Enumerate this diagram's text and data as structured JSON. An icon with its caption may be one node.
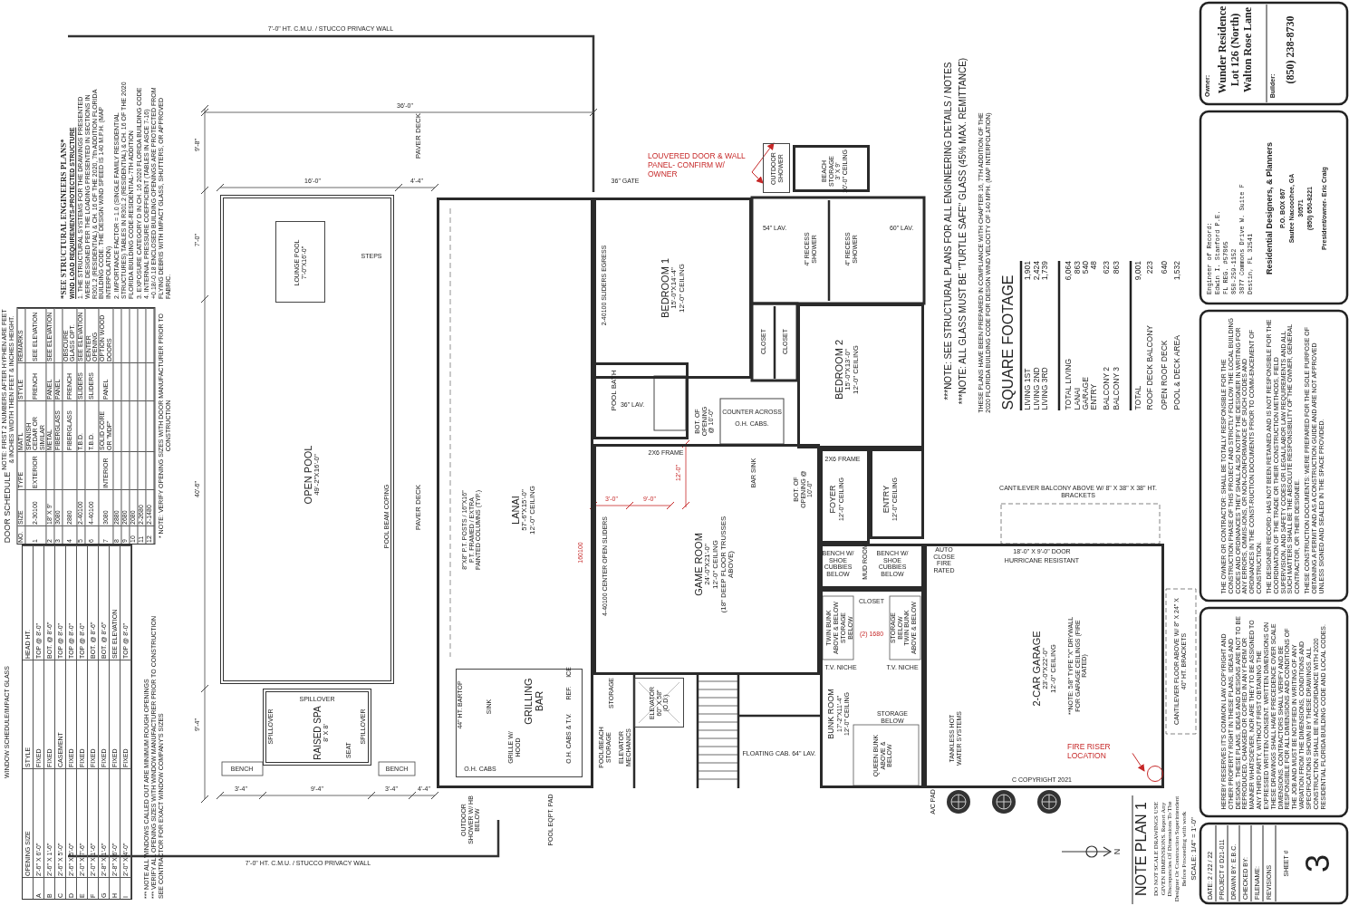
{
  "diagram": {
    "nodes": [
      {
        "text": [
          "LOUVERED DOOR & WALL PANEL- CONFIRM W/ OWNER"
        ]
      },
      {
        "text": [
          "OUTDOOR SHOWER"
        ]
      },
      {
        "text": [
          "BEDROOM 1",
          "15'-0\"X14'-4\"",
          "12'-0\" CEILING"
        ]
      },
      {
        "text": [
          "BEDROOM 2",
          "15'-0\"X13'-0\"",
          "12'-0\" CEILING"
        ]
      },
      {
        "text": [
          "POOL BATH"
        ]
      },
      {
        "text": [
          "LANAI",
          "57'-6\"X15'-0\"",
          "12'-0\" CEILING"
        ]
      },
      {
        "text": [
          "GAME ROOM",
          "24'-0\"X21'-0\"",
          "12'-0\" CEILING",
          "(18\" DEEP FLOOR TRUSSES ABOVE)"
        ]
      },
      {
        "text": [
          "GRILLING BAR"
        ],
        "in": 5
      },
      {
        "text": [
          "FOYER",
          "12'-0\" CEILING"
        ]
      },
      {
        "text": [
          "ENTRY",
          "12'-0\" CEILING"
        ]
      },
      {
        "text": [
          "MUD ROOM"
        ]
      },
      {
        "text": [
          "BUNK ROOM",
          "17'-2\"X11'-4\"",
          "12'-0\" CEILING"
        ]
      },
      {
        "text": [
          "2-CAR GARAGE",
          "23'-0\"X22'-0\"",
          "12'-0\" CEILING"
        ]
      },
      {
        "text": [
          "OPEN POOL",
          "49'-2\"X16'-0\""
        ]
      },
      {
        "text": [
          "LOUNGE POOL",
          "7'-0\"X16'-0\""
        ],
        "in": 13
      },
      {
        "text": [
          "RAISED SPA",
          "8' X 8'"
        ]
      },
      {
        "text": [
          "BEACH STORAGE",
          "3' X 9'",
          "10'-0\" CEILING"
        ]
      },
      {
        "text": [
          "FIRE RISER LOCATION"
        ],
        "in": 12
      },
      {
        "text": [],
        "shape": "circle",
        "in": 12
      },
      {
        "text": [
          "ELEVATOR",
          "60\" X 58\" (O.D.)"
        ]
      }
    ],
    "edges": [
      {
        "from": 0,
        "to": 1,
        "arrow": "to"
      },
      {
        "from": 0,
        "to": 1,
        "arrow": "to"
      },
      {
        "from": 17,
        "to": 18,
        "arrow": "to"
      }
    ],
    "labels": [
      "7'-0\" HT. C.M.U. / STUCCO PRIVACY WALL",
      "36'-0\"",
      "9'-8\"",
      "16'-0\"",
      "4'-4\"",
      "PAVER DECK",
      "STEPS",
      "7'-0\"",
      "40'-6\"",
      "POOL BEAM COPING",
      "PAVER DECK",
      "9'-4\"",
      "SPILLOVER",
      "SPILLOVER",
      "SPILLOVER",
      "SEAT",
      "BENCH",
      "BENCH",
      "3'-4\"",
      "9'-4\"",
      "3'-4\"",
      "4'-4\"",
      "7'-0\" HT. C.M.U. / STUCCO PRIVACY WALL",
      "36\" GATE",
      "8\"X8\" P.T. POSTS / 16\"X16\" P.T. FRAMED / EXTRA PAINTED COLUMNS (TYP.)",
      "2-40100 SLIDERS EGRESS",
      "4-40100 CENTER OPEN SLIDERS",
      "160100",
      "12'-0\"",
      "3'-0\"",
      "9'-0\"",
      "44\" HT. BARTOP",
      "SINK",
      "GRILLE W/ HOOD",
      "O.H. CABS",
      "O.H. CABS & T.V.",
      "REF.",
      "ICE",
      "OUTDOOR SHOWER W/ HB BELOW",
      "POOL EQPT. PAD",
      "54\" LAV.",
      "60\" LAV.",
      "4\" RECESS SHOWER",
      "4\" RECESS SHOWER",
      "CLOSET",
      "CLOSET",
      "36\" LAV.",
      "COUNTER ACROSS",
      "O.H. CABS.",
      "2X6 FRAME",
      "2X6 FRAME",
      "BAR SINK",
      "BOT. OF OPENING @ 10'-0\"",
      "BOT. OF OPENING @ 10'-0\"",
      "CLOSET",
      "(2) 1680",
      "TWIN BUNK ABOVE & BELOW",
      "STORAGE BELOW",
      "STORAGE BELOW",
      "TWIN BUNK ABOVE & BELOW",
      "T.V. NICHE",
      "T.V. NICHE",
      "STORAGE BELOW",
      "QUEEN BUNK ABOVE & BELOW",
      "TANKLESS HOT WATER SYSTEMS",
      "BENCH W/ SHOE CUBBIES BELOW",
      "BENCH W/ SHOE CUBBIES BELOW",
      "AUTO CLOSE FIRE RATED",
      "STORAGE",
      "POOL/BEACH STORAGE",
      "ELEVATOR MECHANICS",
      "FLOATING CAB. 64\" LAV.",
      "CANTILEVER BALCONY ABOVE W/ 8\" X 38\" X 38\" HT. BRACKETS",
      "18'-0\" X 9'-0\" DOOR",
      "HURRICANE RESISTANT",
      "**NOTE: 5/8\" TYPE \"X\" DRYWALL FOR GARAGE CEILINGS (FIRE RATED)",
      "C COPYRIGHT 2021",
      "CANTILEVER FLOOR ABOVE W/ 8\" X 24\" X 40\" HT. BRACKETS",
      "A/C PAD",
      "N",
      "SQUARE FOOTAGE",
      "LIVING 1ST",
      "1,901",
      "LIVING 2ND",
      "2,424",
      "LIVING 3RD",
      "1,739",
      "TOTAL LIVING",
      "6,064",
      "LANAI",
      "863",
      "GARAGE",
      "540",
      "ENTRY",
      "48",
      "BALCONY 2",
      "623",
      "BALCONY 3",
      "863",
      "TOTAL",
      "9,001",
      "ROOF DECK BALCONY",
      "223",
      "OPEN ROOF DECK",
      "640",
      "POOL & DECK AREA",
      "1,532",
      "***NOTE: SEE STRUCTURAL PLANS FOR ALL ENGINEERING DETAILS / NOTES",
      "***NOTE: ALL GLASS MUST BE \"TURTLE SAFE\" GLASS (45% MAX. REMITTANCE)",
      "THESE PLANS HAVE BEEN PREPARED IN COMPLIANCE WITH CHAPTER 16, 7TH ADDITION OF THE 2020 FLORIDA BUILDING CODE FOR DESIGN WIND VELOCITY OF 140 MPH. (MAP INTERPOLATION)",
      "NOTE PLAN 1",
      "DO NOT SCALE DRAWINGS USE GIVEN DIMENSIONS. Report Any Discrepancies Of Dimensions To The Designer Or Construction Superintendent Before Proceeding with work",
      "SCALE: 1/4\" = 1'-0\"",
      "Owner:",
      "Wunder Residence",
      "Lot 126 (North)",
      "Walton Rose Lane",
      "Builder:",
      "(850) 238-8730",
      "Engineer of Record:",
      "Edwin I. Stanford P.E.",
      "FL REG. #57865",
      "850-259-1152",
      "3877 Commons Drive W. Suite F",
      "Destin, FL 32541",
      "Residential Designers, & Planners",
      "P.O. BOX 867",
      "Sautee Nacoochee, GA",
      "30571",
      "(850) 650-8221",
      "President/owner- Eric Craig",
      "THE OWNER OR CONTRACTOR: SHALL BE TOTALLY RESPONSIBLE FOR THE CONSTRUCTION PHASE OF THIS PROJECT AND STRICTLY FOLLOW THE LOCAL BUILDING CODES AND ORDINANCES THEY SHALL ALSO NOTIFY THE DESIGNER IN WRITING FOR ANY ERRORS, OMMIS-IONS, OR NON-CONFORMANCE OF SUCH CODES AND ORDINANCES IN THE CONST-RUCTION DOCUMENTS PRIOR TO COMM-ENCEMENT OF CONSTRUCTION.",
      "THE DESIGNER RECORD: HAS NOT BEEN RETAINED AND IS NOT RESPONSIBLE FOR THE COORDINATION OF THE TRADE OR THEIR CONSTRUCTION METHODS, FIELD SUPERVISION, AND SAFETY CODES OR LEGAL/LABOR LAW REQUIREMENTS AND ALL SUCH MATTERS SHALL BE THE ABSOLUTE RESPONSIBILITY OF THE OWNER, GENERAL CONTRACTOR, OR THEIR DESIGNEE.",
      "THESE CONSTRUCTION DOCUMENTS: WERE PREPARED FOR THE SOLE PURPOSE OF OBTAINING A PERMIT AND AS A CONSTRUCTION GUIDE AND ARE NOT APPROVED UNLESS SIGNED AND SEALED IN THE SPACE PROVIDED.",
      "HEREBY RESERVES IT'S COMMON LAW COPYRIGHT AND OTHER PROPERTY RIGHT IN THESE PLANS, IDEAS AND DESIGNS. THESE PLANS, IDEAS AND DESIGNS ARE NOT TO BE REPRODUCED, CHANGED OR COPIED IN ANY FORM OR MANNER WHATSOEVER, NOR ARE THEY TO BE ASSIGNED TO ANY THIRD PARTY, WITHOUT FIRST OBTAINING THE EXPRESSED WRITTEN CONSENT. WRITTEN DIMENSIONS ON THESE DRAWINGS SHALL HAVE PRECEDENCE OVER SCALE DIMENSIONS. CONTRACTORS SHALL VERIFY AND BE RESPONSIBLE FOR ALL DIMENSIONS AND CONDITIONS OF THE JOB AND MUST BE NOTIFIED IN WRITING OF ANY VARIATION FROM THE DIMENSIONS, CONDITIONS AND SPECIFICATIONS SHOWN BY THESE DRAWINGS. ALL CONSTRUCTION SHALL BE IN ACCORDANCE WITH 2020 RESIDENTIAL FLORIDA BUILDING CODE AND LOCAL CODES.",
      "DATE: 2 / 22 / 22",
      "PROJECT # D21-011",
      "DRAWN BY: E.B.C.",
      "CHECKED BY:",
      "FILENAME:",
      "REVISIONS",
      "SHEET #",
      "3",
      "DOOR SCHEDULE",
      "NOTE: FIRST 2 NUMBERS AFTER HYPHEN ARE FEET & INCHES WIDTH THEN FEET & INCHES HEIGHT.",
      "NO.",
      "SIZE",
      "TYPE",
      "MAT'L",
      "STYLE",
      "REMARKS",
      "1",
      "2-30100",
      "EXTERIOR",
      "SPANISH CEDAR OR SIMILAR",
      "FRENCH",
      "SEE ELEVATION",
      "2",
      "18' X 9'",
      "METAL",
      "PANEL",
      "SEE ELEVATION",
      "3",
      "3080",
      "FIBERGLASS",
      "PANEL",
      "4",
      "2880",
      "FIBERGLASS",
      "FRENCH",
      "OBSCURE GLASS OPT.",
      "5",
      "2-40100",
      "T.B.D.",
      "SLIDERS",
      "SEE ELEVATION",
      "6",
      "4-40100",
      "T.B.D.",
      "SLIDERS",
      "CENTER OPENING",
      "7",
      "3080",
      "INTERIOR",
      "SOLID CORE OR \"MDF\"",
      "PANEL",
      "OPTION WOOD DOORS",
      "8",
      "2880",
      "9",
      "2680",
      "10",
      "2080",
      "11",
      "2-2680",
      "12",
      "2-1480",
      "* NOTE: VERIFY OPENING SIZES WITH DOOR MANUFACTURER PRIOR TO CONSTRUCTION",
      "***SEE STRUCTURAL ENGINEERS PLANS***",
      "WIND LOAD REQUIREMENTS-PROTECTED STRUCTURE",
      "1. THE STRUCTURAL SYSTEMS FOR THE DRAWINGS PRESENTED WERE DESIGNED PER THE LOADING PRESENTED IN SECTIONS IN R301.2 (RESIDENTIAL) & CH. 16 OF THE 2020, 7th ADDITION FLORIDA BUILDING CODE. THE DESIGN WIND SPEED IS 140 M.P.H. (MAP INTERPOLATION)",
      "2. IMPORTANCE FACTOR = 1.0 (SINGLE FAMILY RESIDENTIAL STRUCTURES) TABLES IN R301.2 (RESIDENTIAL) & CH. 16 OF THE 2020 FLORIDA BUILDING CODE-RESIDENTIAL-7TH ADDITION",
      "3. EXPOSURE CATEGORY D IN CH. 16 2020 FLORIDA BUILDING CODE",
      "4. INTERNAL PRESSURE COEFFICIENT (TABLES IN ASCE 7-16) +0.18/-0.18 ENCLOSED BUILDING OPENINGS ARE PROTECTED FROM FLYING DEBRIS WITH IMPACT GLASS, SHUTTERS, OR APPROVED FABRIC.",
      "WINDOW SCHEDULE/IMPACT GLASS",
      "OPENING SIZE",
      "STYLE",
      "HEAD HT.",
      "A",
      "2'-6\" X 6'-0\"",
      "FIXED",
      "TOP @ 8'-0\"",
      "B",
      "2'-6\" X 1'-6\"",
      "FIXED",
      "BOT. @ 8'-6\"",
      "C",
      "2'-6\" X 5'-0\"",
      "CASEMENT",
      "TOP @ 8'-0\"",
      "D",
      "2'-6\" X 5'-0\"",
      "FIXED",
      "TOP @ 8'-0\"",
      "E",
      "2'-0\" X 7'-6\"",
      "FIXED",
      "TOP @ 8'-0\"",
      "F",
      "2'-0\" X 1'-6\"",
      "FIXED",
      "BOT. @ 8'-6\"",
      "G",
      "2'-8\" X 1'-6\"",
      "FIXED",
      "BOT. @ 8'-6\"",
      "H",
      "2'-8\" X 6'-0\"",
      "FIXED",
      "SEE ELEVATION",
      "I",
      "2'-0\" X 4'-0\"",
      "FIXED",
      "TOP @ 8'-0\"",
      "*** NOTE ALL WINDOWS CALLED OUT ARE MINIMUM ROUGH OPENINGS",
      "*** VERIFY ALL OPENING SIZES WITH WINDOW MANUFACTURER PRIOR TO CONSTRUCTION",
      "SEE CONTRACTOR FOR EXACT WINDOW COMPANY'S SIZES"
    ]
  }
}
